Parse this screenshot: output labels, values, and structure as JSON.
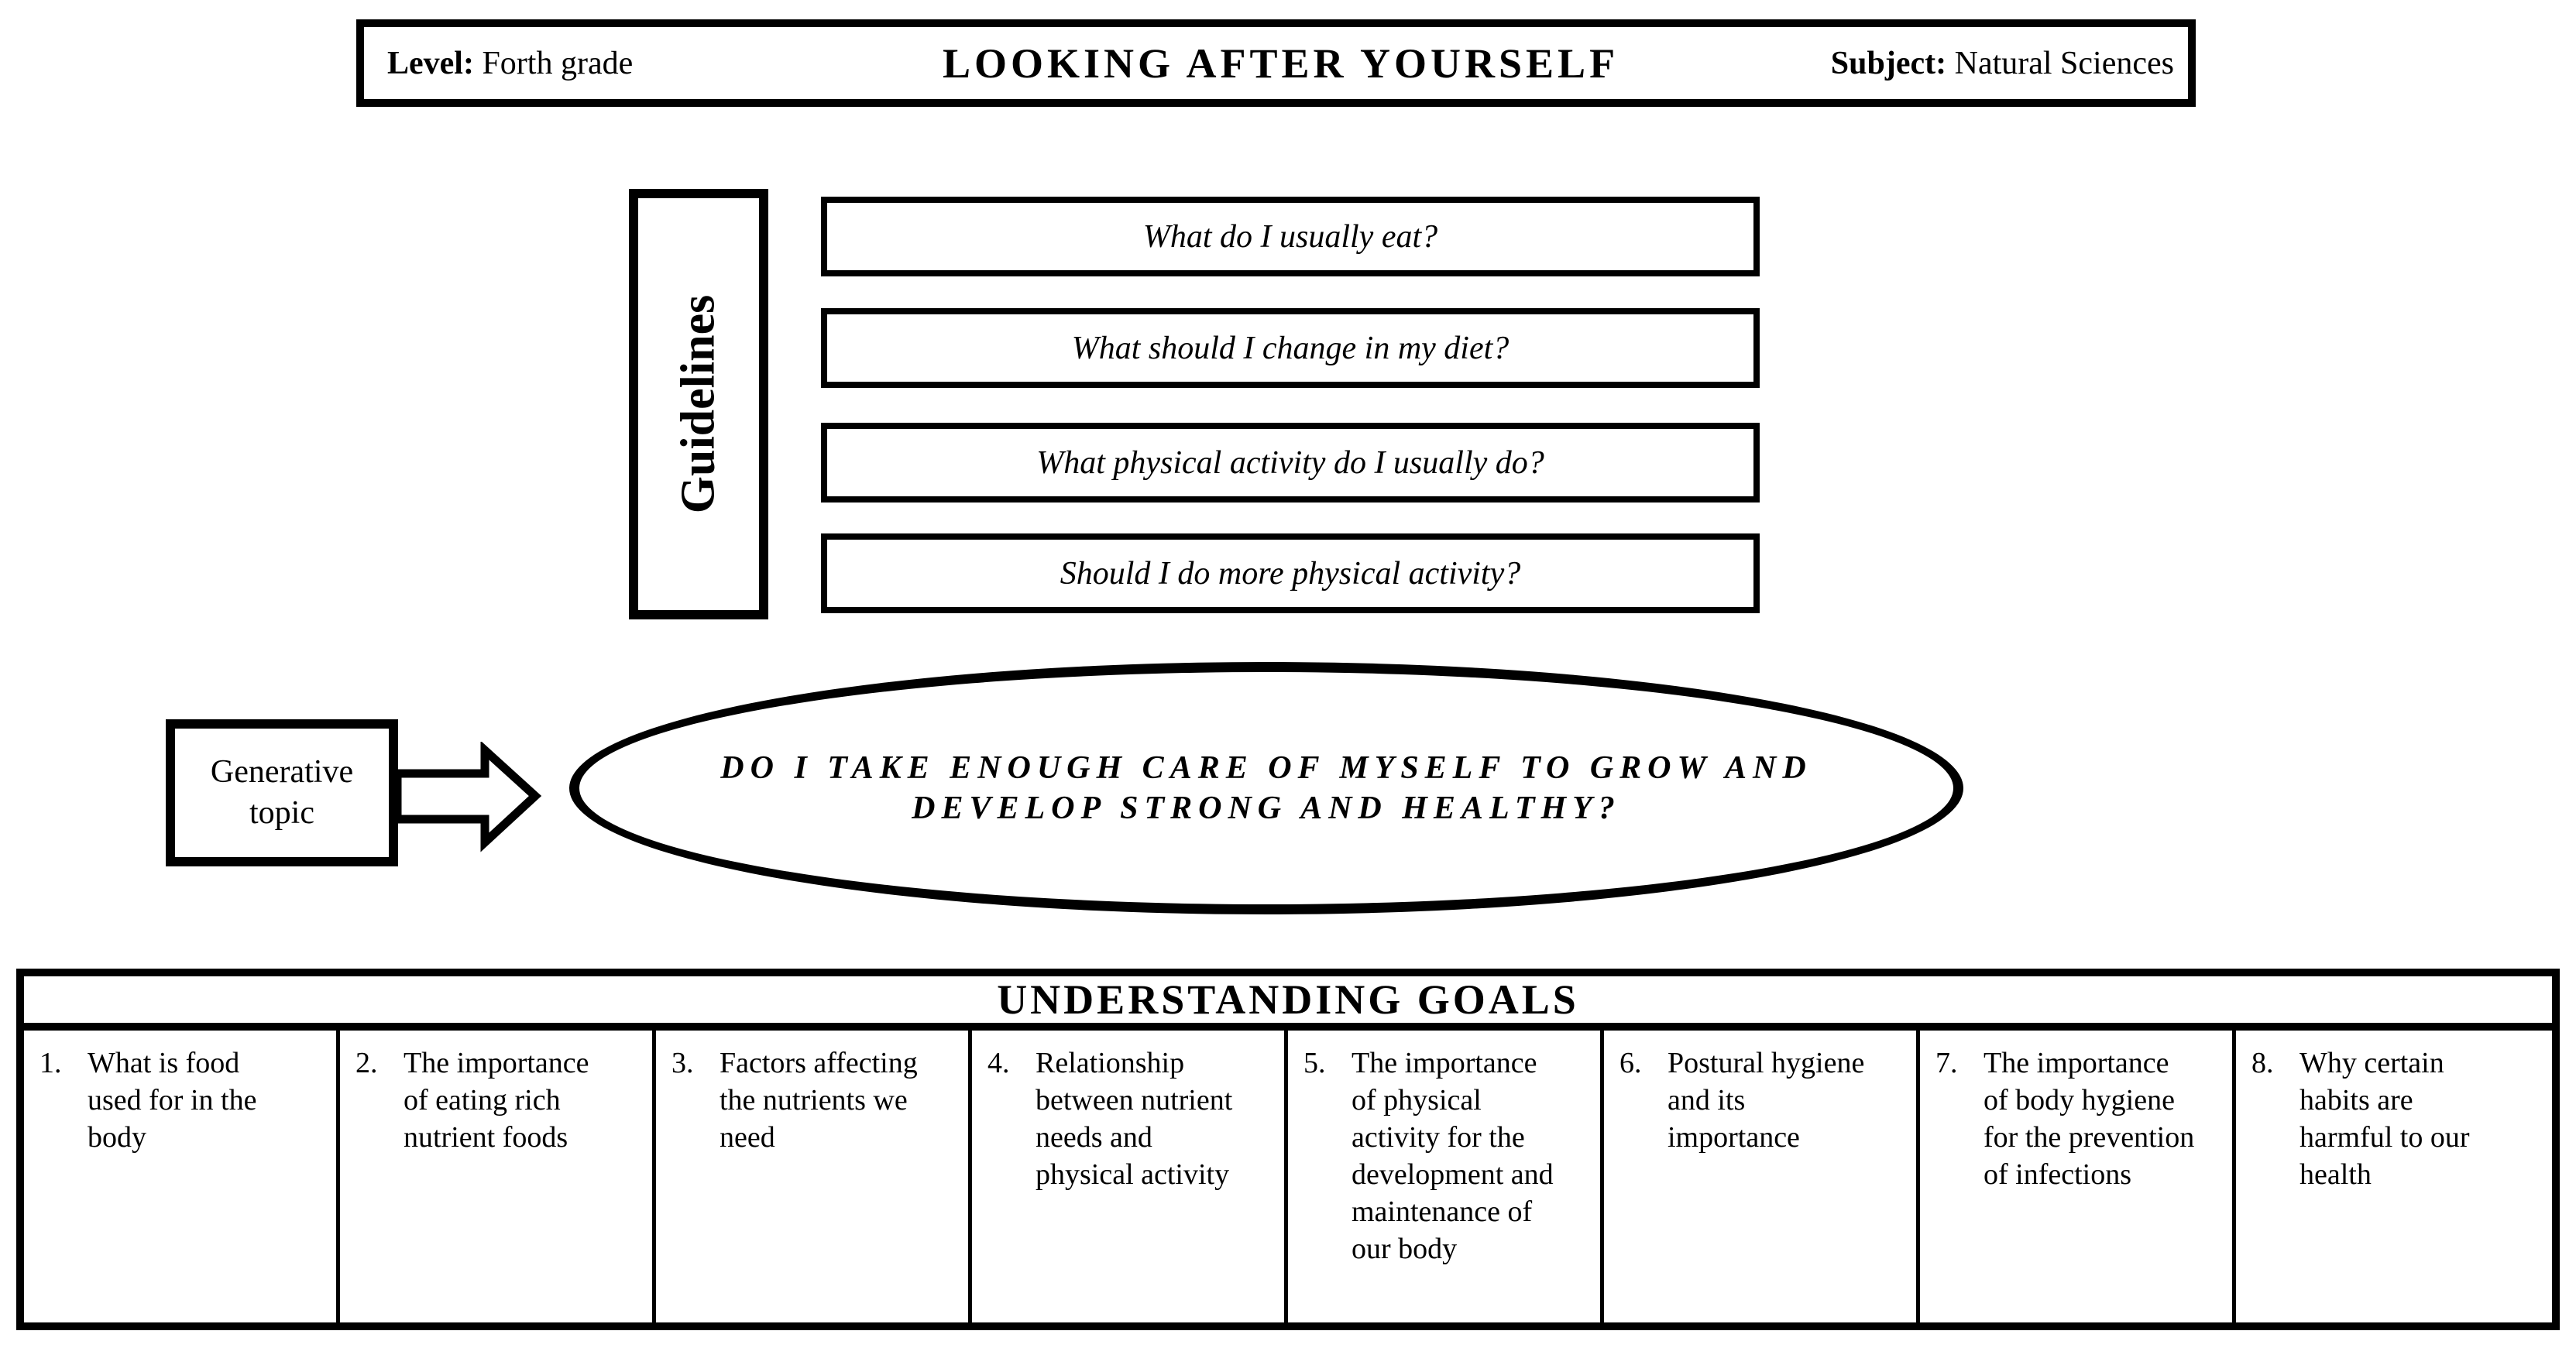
{
  "page": {
    "background": "#ffffff",
    "ink": "#000000"
  },
  "header": {
    "level_label": "Level:",
    "level_value": "Forth grade",
    "title": "LOOKING AFTER YOURSELF",
    "subject_label": "Subject:",
    "subject_value": "Natural Sciences"
  },
  "guidelines": {
    "label": "Guidelines",
    "questions": [
      "What do I usually eat?",
      "What should I change in my diet?",
      "What physical activity do I usually do?",
      "Should I do more physical activity?"
    ]
  },
  "generative_topic": {
    "label": "Generative\ntopic",
    "question": "DO I TAKE ENOUGH CARE OF MYSELF TO GROW AND\nDEVELOP STRONG AND HEALTHY?"
  },
  "understanding_goals": {
    "title": "UNDERSTANDING GOALS",
    "items": [
      {
        "num": "1.",
        "text": "What is food\nused for in the\nbody"
      },
      {
        "num": "2.",
        "text": "The importance\nof eating rich\nnutrient foods"
      },
      {
        "num": "3.",
        "text": "Factors affecting\nthe nutrients we\nneed"
      },
      {
        "num": "4.",
        "text": "Relationship\nbetween nutrient\nneeds and\nphysical activity"
      },
      {
        "num": "5.",
        "text": "The importance\nof physical\nactivity for the\ndevelopment and\nmaintenance of\nour body"
      },
      {
        "num": "6.",
        "text": "Postural hygiene\nand its\nimportance"
      },
      {
        "num": "7.",
        "text": "The importance\nof body hygiene\nfor the prevention\nof infections"
      },
      {
        "num": "8.",
        "text": "Why certain\nhabits are\nharmful to our\nhealth"
      }
    ]
  }
}
